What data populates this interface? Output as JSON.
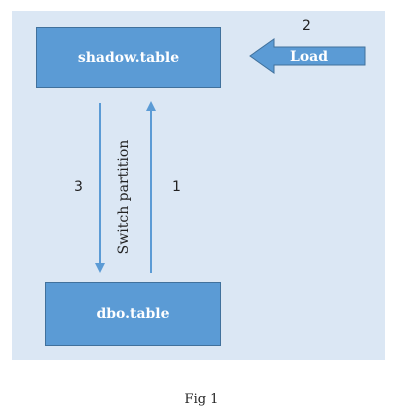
{
  "diagram": {
    "nodes": {
      "shadow_table": "shadow.table",
      "dbo_table": "dbo.table"
    },
    "arrows": {
      "load": {
        "step": "2",
        "label": "Load"
      },
      "down": {
        "step": "3"
      },
      "up": {
        "step": "1"
      },
      "shared_label": "Switch partition"
    },
    "colors": {
      "panel": "#dbe7f4",
      "box_fill": "#5b9bd5",
      "box_border": "#41719c",
      "arrow": "#5b9bd5"
    }
  },
  "caption": "Fig 1"
}
